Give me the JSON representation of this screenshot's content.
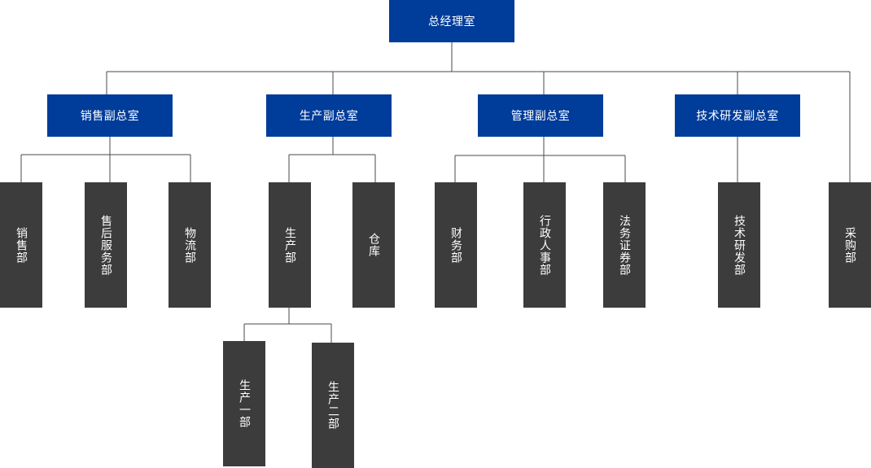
{
  "org": {
    "root": {
      "label": "总经理室"
    },
    "vps": {
      "sales": {
        "label": "销售副总室"
      },
      "production": {
        "label": "生产副总室"
      },
      "management": {
        "label": "管理副总室"
      },
      "tech": {
        "label": "技术研发副总室"
      }
    },
    "depts": {
      "sales_dept": {
        "label": "销售部"
      },
      "after_sales": {
        "label": "售后服务部"
      },
      "logistics": {
        "label": "物流部"
      },
      "production_dept": {
        "label": "生产部"
      },
      "warehouse": {
        "label": "仓库"
      },
      "finance": {
        "label": "财务部"
      },
      "hr_admin": {
        "label": "行政人事部"
      },
      "legal": {
        "label": "法务证券部"
      },
      "rnd": {
        "label": "技术研发部"
      },
      "procurement": {
        "label": "采购部"
      }
    },
    "subdepts": {
      "production_1": {
        "label": "生产一部"
      },
      "production_2": {
        "label": "生产二部"
      }
    }
  },
  "colors": {
    "vp_box": "#003c99",
    "dept_box": "#3c3c3c",
    "connector": "#4a4a4a"
  }
}
